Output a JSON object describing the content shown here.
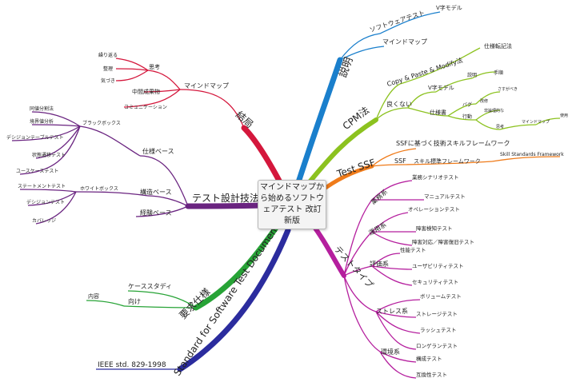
{
  "central_topic": "マインドマップから始めるソフトウェアテスト 改訂新版",
  "branches": {
    "setsumei": {
      "label": "説明",
      "color": "#1a7fcc",
      "children": {
        "software_test": "ソフトウェアテスト",
        "v_model": "V字モデル",
        "mind_map": "マインドマップ"
      }
    },
    "cpm": {
      "label": "CPM法",
      "color": "#8cc21f",
      "children": {
        "copy_paste": "Copy & Paste & Modify法",
        "shiyousho_kisai": "仕様転記法",
        "yokunai": "良くない",
        "v_model": "V字モデル",
        "setsumei": "説明",
        "tejun": "手順",
        "shiyousho": "仕様書",
        "bug": "バグ",
        "kodou": "行動",
        "zeni": "改修",
        "sasuga": "さすがべき",
        "higouri": "非論理的な",
        "shikou": "思考",
        "mindmap": "マインドマップ",
        "katsuyou": "使用"
      }
    },
    "test_ssf": {
      "label": "Test SSF",
      "color": "#ef7b1a",
      "children": {
        "ssf_kiso": "SSFに基づく技術スキルフレームワーク",
        "ssf": "SSF",
        "skill_std": "スキル標準フレームワーク",
        "skill_en": "Skill Standards Framework"
      }
    },
    "test_type": {
      "label": "テストタイプ",
      "color": "#b51f9e",
      "groups": {
        "gyoumu": {
          "label": "業務系",
          "items": [
            "業務シナリオテスト",
            "マニュアルテスト"
          ]
        },
        "unyou": {
          "label": "運用系",
          "items": [
            "オペレーションテスト",
            "障害検知テスト",
            "障害対応／障害復旧テスト"
          ]
        },
        "hyouka": {
          "label": "評価系",
          "items": [
            "性能テスト",
            "ユーザビリティテスト",
            "セキュリティテスト"
          ]
        },
        "stress": {
          "label": "ストレス系",
          "items": [
            "ボリュームテスト",
            "ストレージテスト",
            "ラッシュテスト",
            "ロンゲランテスト"
          ]
        },
        "kankyou": {
          "label": "環境系",
          "items": [
            "構成テスト",
            "互換性テスト"
          ]
        }
      }
    },
    "ketsukyoku": {
      "label": "結局",
      "color": "#d4173c",
      "children": {
        "mindmap": "マインドマップ",
        "shisha": "思考",
        "tsuzukeru": "繰り返る",
        "seiri": "整理",
        "kizuki": "気づき",
        "chuukan": "中間成果物",
        "communication": "コミュニケーション"
      }
    },
    "test_sekkei": {
      "label": "テスト設計技法",
      "color": "#6a2480",
      "children": {
        "shiyou_base": "仕様ベース",
        "black_box": "ブラックボックス",
        "bb_items": [
          "同値分割法",
          "境界値分析",
          "デシジョンテーブルテスト",
          "状態遷移テスト",
          "ユースケーステスト"
        ],
        "kouzou_base": "構造ベース",
        "white_box": "ホワイトボックス",
        "wb_items": [
          "ステートメントテスト",
          "デシジョンテスト",
          "カバレッジ"
        ],
        "keiken_base": "経験ベース"
      }
    },
    "youkyuu": {
      "label": "要求仕様",
      "color": "#27a336",
      "children": {
        "case_study": "ケーススタディ",
        "muke": "向け",
        "naiyou": "内容"
      }
    },
    "standard": {
      "label": "Standard for Software Test Documentation",
      "color": "#2b2c9e",
      "children": {
        "ieee": "IEEE std. 829-1998"
      }
    }
  }
}
